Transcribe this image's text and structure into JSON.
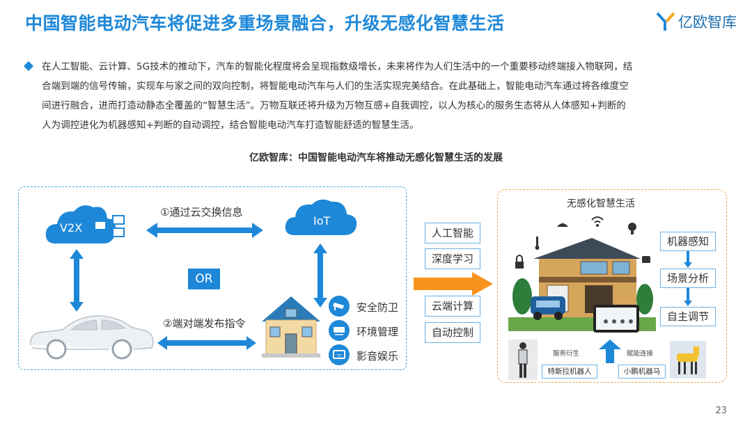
{
  "header": {
    "title": "中国智能电动汽车将促进多重场景融合，升级无感化智慧生活",
    "logo_text": "亿欧智库"
  },
  "intro": {
    "lines": [
      "在人工智能、云计算、5G技术的推动下，汽车的智能化程度将会呈现指数级增长，未来将作为人们生活中的一个重要移动终端接入物联网，结",
      "合端到端的信号传输，实现车与家之间的双向控制，将智能电动汽车与人们的生活实现完美结合。在此基础上，智能电动汽车通过将各维度空",
      "间进行融合，进而打造动静态全覆盖的“智慧生活”。万物互联还将升级为万物互感+自我调控，以人为核心的服务生态将从人体感知+判断的",
      "人为调控进化为机器感知+判断的自动调控，结合智能电动汽车打造智能舒适的智慧生活。"
    ]
  },
  "diagram": {
    "subtitle": "亿欧智库：中国智能电动汽车将推动无感化智慧生活的发展",
    "v2x_label": "V2X",
    "iot_label": "IoT",
    "cloud_exchange": "①通过云交换信息",
    "or_label": "OR",
    "end_to_end": "②端对端发布指令",
    "home_functions": [
      "安全防卫",
      "环境管理",
      "影音娱乐"
    ],
    "tech_tags": [
      "人工智能",
      "深度学习",
      "云端计算",
      "自动控制"
    ],
    "smart_life_title": "无感化智慧生活",
    "process_steps": [
      "机器感知",
      "场景分析",
      "自主调节"
    ],
    "service_derive": "服务衍生",
    "empower_connect": "赋能连接",
    "robot_left": "特斯拉机器人",
    "robot_right": "小鹏机器马",
    "tv_label": "TV"
  },
  "footer": {
    "page_number": "23"
  },
  "colors": {
    "primary_blue": "#1e88d8",
    "arrow_orange": "#f7931e",
    "dashed_orange": "#f0a64a"
  }
}
